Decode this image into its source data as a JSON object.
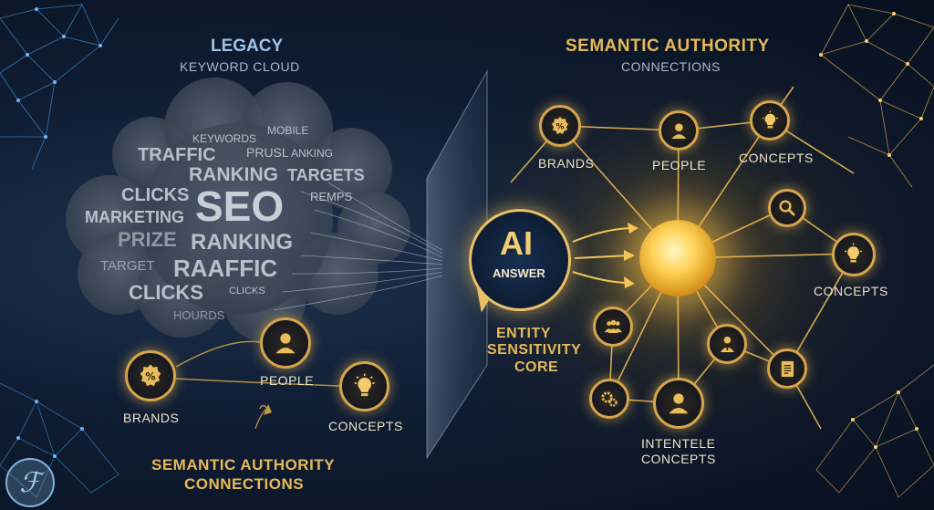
{
  "legacy": {
    "title": "Legacy",
    "subtitle": "Keyword Cloud"
  },
  "semantic_right": {
    "title": "Semantic Authority",
    "subtitle": "Connections"
  },
  "semantic_bottom": {
    "line1": "Semantic Authority",
    "line2": "Connections"
  },
  "keywords": {
    "mobile": "Mobile",
    "keywords": "Keywords",
    "traffic": "Traffic",
    "prusl": "Prusl",
    "anking": "ANKING",
    "ranking1": "Ranking",
    "targets": "Targets",
    "clicks1": "Clicks",
    "seo": "SEO",
    "remps": "Remps",
    "marketing": "Marketing",
    "prize": "Prize",
    "ranking2": "Ranking",
    "target": "Target",
    "raaffic": "Raaffic",
    "clicks2": "Clicks",
    "clicks3": "Clicks",
    "hourds": "Hourds"
  },
  "left_nodes": {
    "brands": "Brands",
    "people": "People",
    "concepts": "Concepts"
  },
  "ai": {
    "big": "AI",
    "small": "Answer"
  },
  "entity": {
    "line1": "Entity",
    "line2": "Sensitivity",
    "line3": "Core"
  },
  "right_nodes": {
    "brands": "Brands",
    "people": "People",
    "concepts_top": "Concepts",
    "concepts_mid": "Concepts",
    "bottom1": "Intentele",
    "bottom2": "Concepts"
  },
  "logo": {
    "glyph": "ℱ"
  },
  "icons": [
    "percent-tag-icon",
    "person-icon",
    "lightbulb-icon",
    "search-icon",
    "group-icon",
    "businessman-icon",
    "document-icon",
    "gears-icon"
  ],
  "colors": {
    "gold": "#e6b95a",
    "node_border": "#d6a64a",
    "background": "#0b1424",
    "cloud": "#4a5566"
  }
}
